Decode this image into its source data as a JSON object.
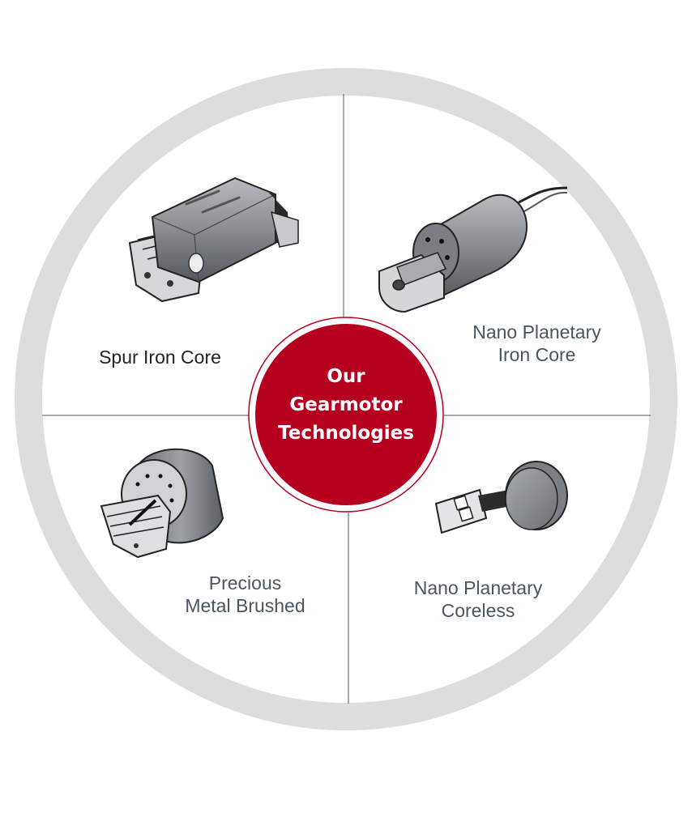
{
  "center": {
    "line1": "Our",
    "line2": "Gearmotor",
    "line3": "Technologies"
  },
  "quadrants": {
    "top_left": {
      "line1": "Spur Iron Core",
      "icon": "spur-iron-core-motor-icon"
    },
    "top_right": {
      "line1": "Nano Planetary",
      "line2": "Iron Core",
      "icon": "nano-planetary-iron-core-motor-icon"
    },
    "bottom_left": {
      "line1": "Precious",
      "line2": "Metal Brushed",
      "icon": "precious-metal-brushed-motor-icon"
    },
    "bottom_right": {
      "line1": "Nano Planetary",
      "line2": "Coreless",
      "icon": "nano-planetary-coreless-motor-icon"
    }
  },
  "colors": {
    "ring": "#dddddd",
    "center_fill": "#b6001f",
    "center_outline": "#b6001f",
    "divider": "#555555",
    "label_text": "#4a5560"
  }
}
